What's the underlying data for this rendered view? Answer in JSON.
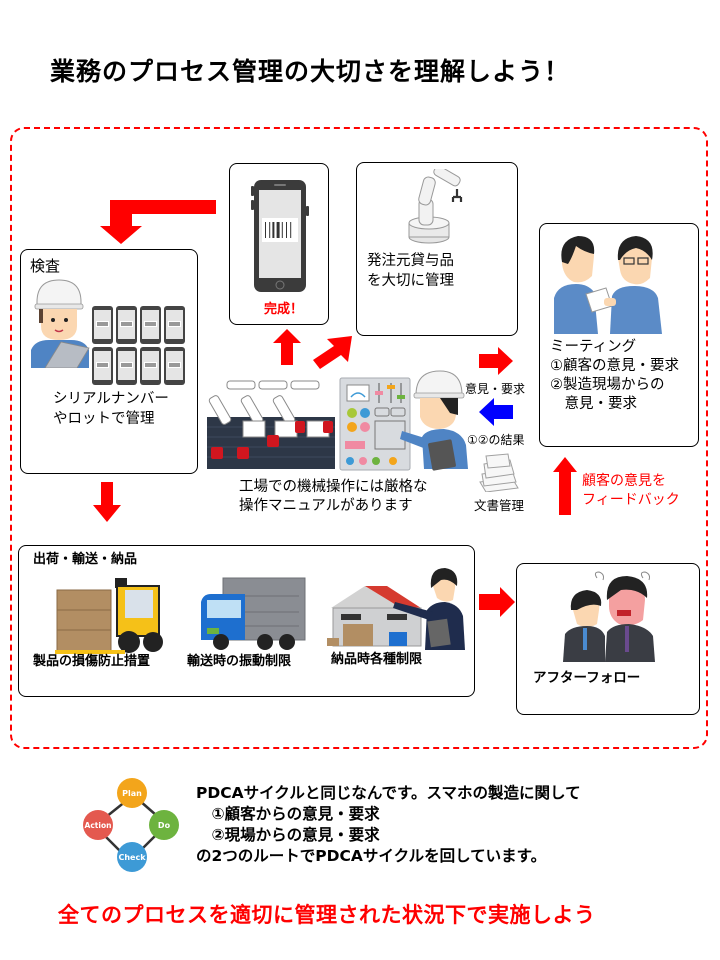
{
  "title": "業務のプロセス管理の大切さを理解しよう！",
  "colors": {
    "accent": "#ff0000",
    "result_arrow": "#0000ff",
    "frame": "#ff0000"
  },
  "boxes": {
    "inspection": {
      "heading": "検査",
      "text": "シリアルナンバー\nやロットで管理",
      "icons": [
        "worker-with-tablet-icon",
        "smartphone-grid-icon"
      ]
    },
    "complete": {
      "label": "完成！",
      "icons": [
        "smartphone-barcode-icon"
      ]
    },
    "supplied_parts": {
      "text": "発注元貸与品\nを大切に管理",
      "icons": [
        "robot-arm-icon"
      ]
    },
    "meeting": {
      "text": "ミーティング\n①顧客の意見・要求\n②製造現場からの\n　意見・要求",
      "icons": [
        "meeting-people-icon"
      ]
    },
    "shipping": {
      "heading": "出荷・輸送・納品",
      "items": [
        {
          "label": "製品の損傷防止措置",
          "icon": "forklift-icon"
        },
        {
          "label": "輸送時の振動制限",
          "icon": "truck-icon"
        },
        {
          "label": "納品時各種制限",
          "icon": "warehouse-worker-icon"
        }
      ]
    },
    "after_follow": {
      "text": "アフターフォロー",
      "icons": [
        "angry-customer-icon"
      ]
    }
  },
  "factory": {
    "caption": "工場での機械操作には厳格な\n操作マニュアルがあります",
    "icons": [
      "factory-robots-icon",
      "control-panel-icon",
      "operator-icon"
    ]
  },
  "arrows": {
    "opinion_label": "意見・要求",
    "result_label": "①②の結果",
    "doc_label": "文書管理",
    "feedback_label": "顧客の意見を\nフィードバック"
  },
  "pdca": {
    "steps": [
      "Plan",
      "Do",
      "Check",
      "Action"
    ],
    "colors": {
      "Plan": "#f3a51b",
      "Do": "#6db33f",
      "Check": "#3d9ad6",
      "Action": "#e4594f"
    },
    "text": "PDCAサイクルと同じなんです。スマホの製造に関して\n　①顧客からの意見・要求\n　②現場からの意見・要求\nの2つのルートでPDCAサイクルを回しています。"
  },
  "conclusion": "全てのプロセスを適切に管理された状況下で実施しよう"
}
